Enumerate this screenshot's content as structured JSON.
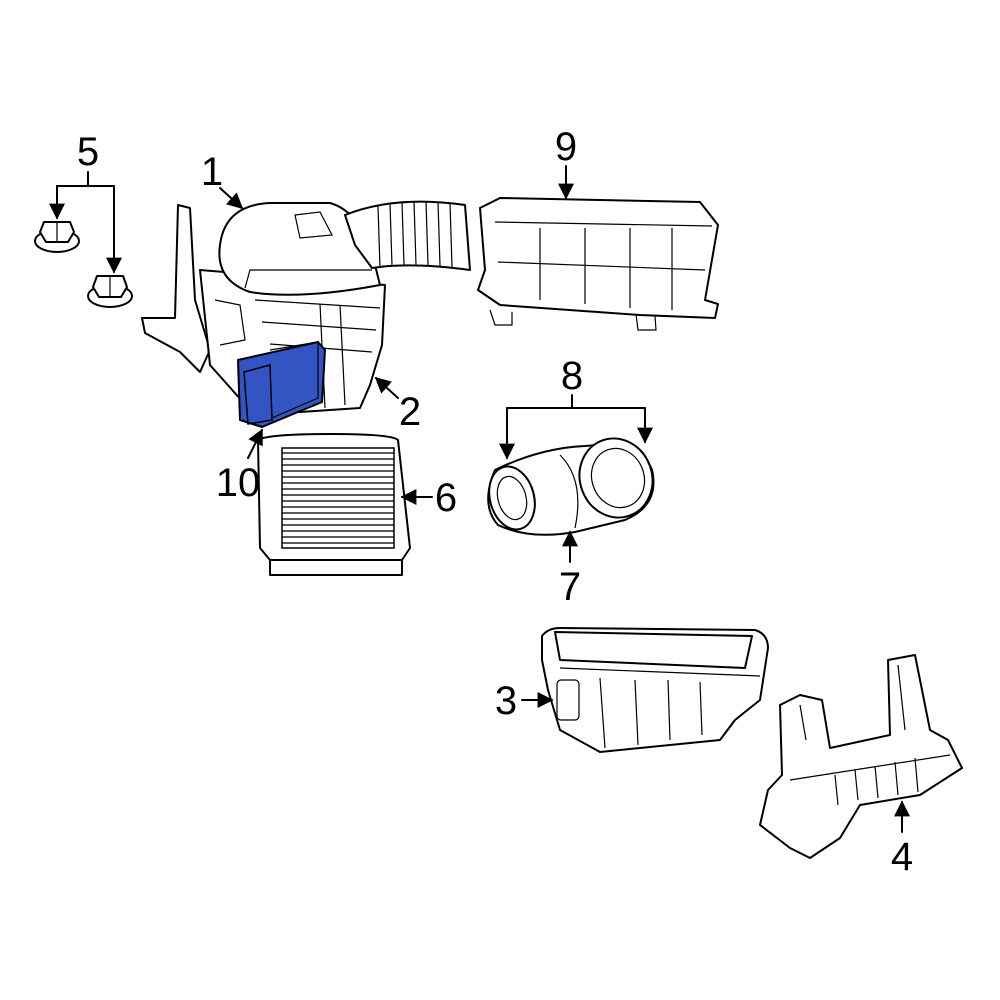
{
  "diagram": {
    "callouts": {
      "c1": "1",
      "c2": "2",
      "c3": "3",
      "c4": "4",
      "c5": "5",
      "c6": "6",
      "c7": "7",
      "c8": "8",
      "c9": "9",
      "c10": "10"
    },
    "highlight_color": "#3355c4"
  }
}
